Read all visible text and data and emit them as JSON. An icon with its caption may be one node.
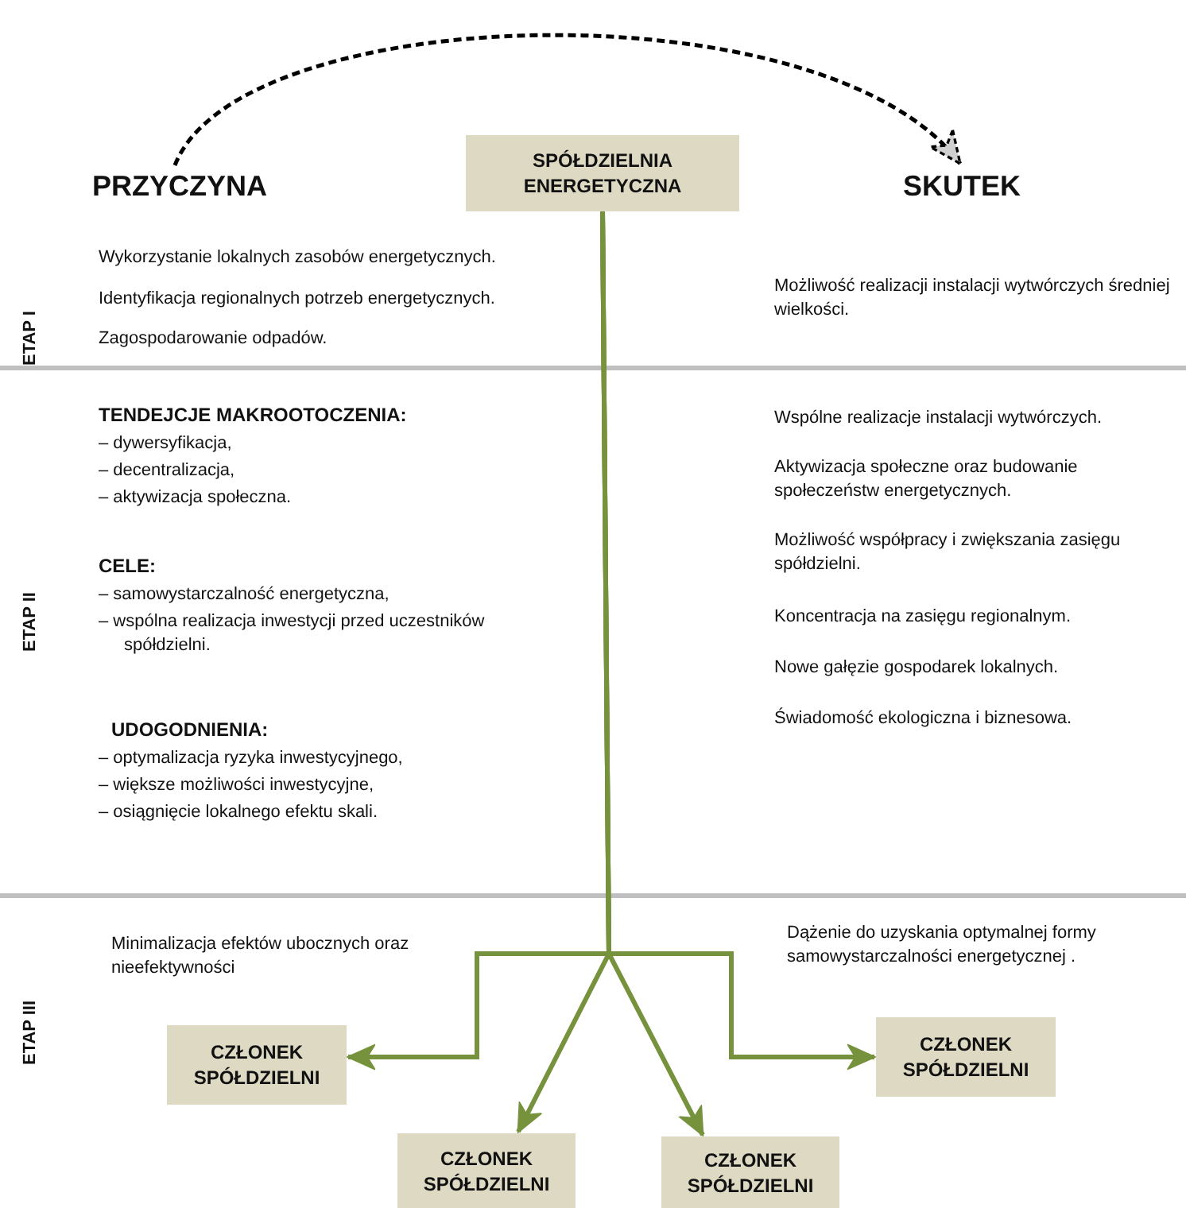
{
  "diagram": {
    "nodes": [
      {
        "text": [
          "PRZYCZYNA"
        ]
      },
      {
        "text": [
          "SPÓŁDZIELNIA ENERGETYCZNA"
        ]
      },
      {
        "text": [
          "SKUTEK"
        ]
      },
      {
        "text": [
          "CZŁONEK SPÓŁDZIELNI"
        ]
      },
      {
        "text": [
          "CZŁONEK SPÓŁDZIELNI"
        ]
      },
      {
        "text": [
          "CZŁONEK SPÓŁDZIELNI"
        ]
      },
      {
        "text": [
          "CZŁONEK SPÓŁDZIELNI"
        ]
      }
    ],
    "edges": [
      {
        "from": 0,
        "to": 2,
        "arrow": "to",
        "style": "dashed",
        "color": "#000000"
      },
      {
        "from": 1,
        "to": 3,
        "arrow": "to"
      },
      {
        "from": 1,
        "to": 4,
        "arrow": "to"
      },
      {
        "from": 1,
        "to": 5,
        "arrow": "to"
      },
      {
        "from": 1,
        "to": 6,
        "arrow": "to"
      }
    ],
    "labels": [
      "ETAP I",
      "Wykorzystanie lokalnych zasobów energetycznych.",
      "Identyfikacja regionalnych potrzeb energetycznych.",
      "Zagospodarowanie odpadów.",
      "Możliwość realizacji instalacji wytwórczych średniej wielkości.",
      "ETAP II",
      "TENDEJCJE MAKROOTOCZENIA:",
      "– dywersyfikacja,",
      "– decentralizacja,",
      "– aktywizacja społeczna.",
      "CELE:",
      "– samowystarczalność energetyczna,",
      "– wspólna realizacja inwestycji przed uczestników spółdzielni.",
      "UDOGODNIENIA:",
      "– optymalizacja ryzyka inwestycyjnego,",
      "– większe możliwości inwestycyjne,",
      "– osiągnięcie lokalnego efektu skali.",
      "Wspólne realizacje instalacji wytwórczych.",
      "Aktywizacja społeczne oraz budowanie społeczeństw energetycznych.",
      "Możliwość współpracy i zwiększania zasięgu spółdzielni.",
      "Koncentracja na zasięgu regionalnym.",
      "Nowe gałęzie gospodarek lokalnych.",
      "Świadomość ekologiczna i biznesowa.",
      "ETAP III",
      "Minimalizacja efektów ubocznych oraz nieefektywności",
      "Dążenie do uzyskania optymalnej formy samowystarczalności energetycznej ."
    ]
  }
}
